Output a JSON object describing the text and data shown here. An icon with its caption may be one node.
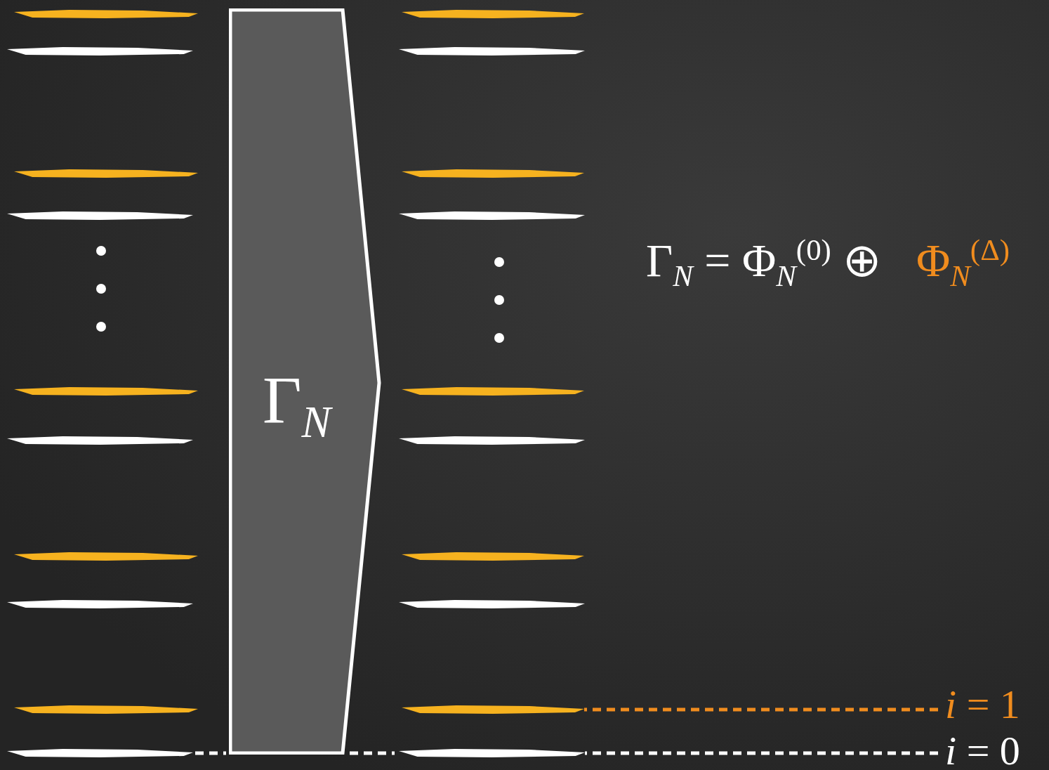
{
  "diagram": {
    "nodes": [
      {
        "text": [
          "Γ$_{N}$"
        ]
      },
      {
        "text": [],
        "shape": "bar"
      },
      {
        "text": [],
        "shape": "bar"
      },
      {
        "text": [
          "*i* = 1"
        ]
      },
      {
        "text": [
          "*i* = 0"
        ]
      }
    ],
    "edges": [
      {
        "from": 3,
        "to": 1,
        "arrow": "none",
        "style": "dashed",
        "color": "#f08c1e"
      },
      {
        "from": 4,
        "to": 2,
        "arrow": "none",
        "style": "dashed",
        "color": "#ffffff"
      }
    ],
    "labels": [
      "Γ$_{N}$ = Φ$_{N}$$^{(0)}$ ⊕",
      "Φ$_{N}$$^{(Δ)}$"
    ]
  }
}
